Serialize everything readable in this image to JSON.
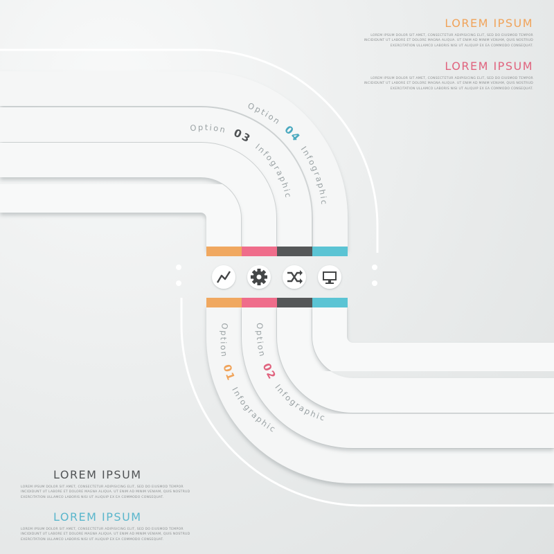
{
  "colors": {
    "orange": "#f0a860",
    "pink": "#ef6d8b",
    "dark": "#555758",
    "blue": "#5bc4d4",
    "band": "#f6f7f7"
  },
  "text_blocks": [
    {
      "id": "top1",
      "title": "Lorem Ipsum",
      "color": "#f0a35a",
      "lines": [
        "Lorem ipsum dolor sit amet, consectetur adipisicing elit, sed do eiusmod tempor",
        "incididunt ut labore et dolore magna aliqua. Ut enim ad minim veniam, quis nostrud",
        "exercitation ullamco laboris nisi ut aliquip ex ea commodo consequat."
      ]
    },
    {
      "id": "top2",
      "title": "Lorem Ipsum",
      "color": "#e0637e",
      "lines": [
        "Lorem ipsum dolor sit amet, consectetur adipisicing elit, sed do eiusmod tempor",
        "incididunt ut labore et dolore magna aliqua. Ut enim ad minim veniam, quis nostrud",
        "exercitation ullamco laboris nisi ut aliquip ex ea commodo consequat."
      ]
    },
    {
      "id": "bot1",
      "title": "Lorem Ipsum",
      "color": "#505355",
      "lines": [
        "Lorem ipsum dolor sit amet, consectetur adipisicing elit, sed do eiusmod tempor",
        "incididunt ut labore et dolore magna aliqua. Ut enim ad minim veniam, quis nostrud",
        "exercitation ullamco laboris nisi ut aliquip ex ea commodo consequat."
      ]
    },
    {
      "id": "bot2",
      "title": "Lorem Ipsum",
      "color": "#5ab6cc",
      "lines": [
        "Lorem ipsum dolor sit amet, consectetur adipisicing elit, sed do eiusmod tempor",
        "incididunt ut labore et dolore magna aliqua. Ut enim ad minim veniam, quis nostrud",
        "exercitation ullamco laboris nisi ut aliquip ex ea commodo consequat."
      ]
    }
  ],
  "options": [
    {
      "label": "Option",
      "number": "01",
      "subtitle": "Infographic",
      "color": "#f0a35a"
    },
    {
      "label": "Option",
      "number": "02",
      "subtitle": "Infographic",
      "color": "#e0637e"
    },
    {
      "label": "Option",
      "number": "03",
      "subtitle": "Infographic",
      "color": "#505355"
    },
    {
      "label": "Option",
      "number": "04",
      "subtitle": "Infographic",
      "color": "#4aa9bf"
    }
  ],
  "icons": [
    "chart-line-icon",
    "gear-icon",
    "shuffle-icon",
    "monitor-icon"
  ]
}
